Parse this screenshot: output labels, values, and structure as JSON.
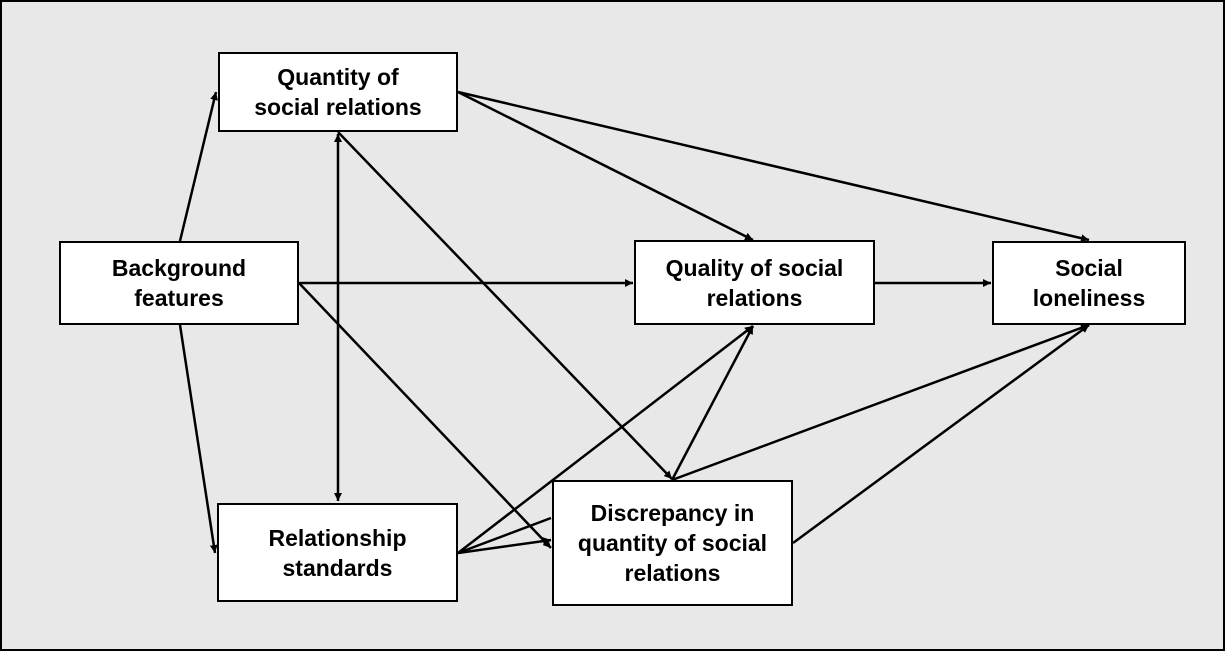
{
  "diagram": {
    "nodes": {
      "quantity": "Quantity of\nsocial relations",
      "background": "Background\nfeatures",
      "quality": "Quality of social\nrelations",
      "loneliness": "Social\nloneliness",
      "standards": "Relationship\nstandards",
      "discrepancy": "Discrepancy in\nquantity of social\nrelations"
    },
    "edges": [
      {
        "from": "background",
        "to": "quantity"
      },
      {
        "from": "background",
        "to": "standards"
      },
      {
        "from": "background",
        "to": "quality"
      },
      {
        "from": "background",
        "to": "discrepancy"
      },
      {
        "from": "quantity",
        "to": "standards",
        "bidirectional": true
      },
      {
        "from": "quantity",
        "to": "quality"
      },
      {
        "from": "quantity",
        "to": "loneliness"
      },
      {
        "from": "quantity",
        "to": "discrepancy"
      },
      {
        "from": "standards",
        "to": "quality"
      },
      {
        "from": "standards",
        "to": "discrepancy"
      },
      {
        "from": "discrepancy",
        "to": "quality"
      },
      {
        "from": "discrepancy",
        "to": "loneliness"
      },
      {
        "from": "quality",
        "to": "loneliness"
      }
    ]
  }
}
